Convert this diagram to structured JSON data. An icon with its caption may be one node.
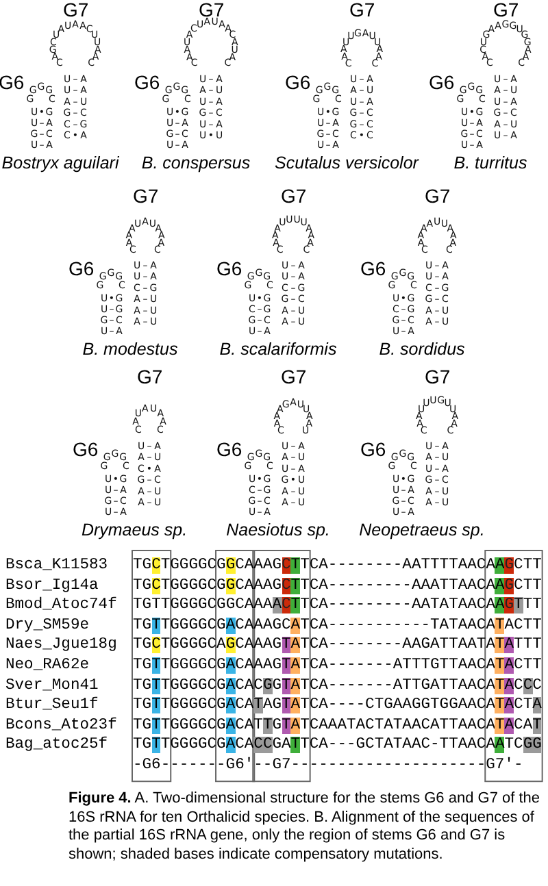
{
  "diagram": {
    "nodes": [
      {
        "text": [],
        "shape": "box"
      },
      {
        "text": [],
        "shape": "box"
      },
      {
        "text": [],
        "shape": "box"
      },
      {
        "text": [],
        "shape": "box"
      }
    ],
    "caption": "**Figure 4.** A. Two-dimensional structure for the stems G6 and G7 of the 16S rRNA for ten Orthalicid species. B. Alignment of the sequences of the partial 16S rRNA gene, only the region of stems G6 and G7 is shown; shaded bases indicate compensatory mutations.",
    "labels": [
      "G7",
      "CAGCUAUAACUUAAC",
      "G6",
      "GGGGC",
      "U•G",
      "U–A",
      "G–C",
      "U–A",
      "U–A",
      "U–A",
      "A–U",
      "G–C",
      "C–G",
      "C•A",
      "*Bostryx aguilari*",
      "G7",
      "CAAUACUAUAACAUAC",
      "G6",
      "GGGGC",
      "U•G",
      "U–A",
      "G–C",
      "U–A",
      "U–A",
      "A–U",
      "U–A",
      "G–C",
      "U–A",
      "U•U",
      "*B. conspersus*",
      "G7",
      "CAAUUGAUUAAC",
      "G6",
      "GGGGC",
      "U•G",
      "U–A",
      "G–C",
      "U–A",
      "U–A",
      "A–U",
      "U–A",
      "G–C",
      "G–C",
      "C•C",
      "*Scutalus versicolor*",
      "G7",
      "CACUGAAGGUGGAAC",
      "G6",
      "GGGGC",
      "U•G",
      "U–A",
      "G–C",
      "U–A",
      "U–A",
      "A–U",
      "U–A",
      "G–C",
      "A–U",
      "U–A",
      "*B. turritus*",
      "G7",
      "CAAAUAUAAAC",
      "G6",
      "GGGGC",
      "U•G",
      "U–G",
      "G–C",
      "U–A",
      "U–A",
      "U–A",
      "C–G",
      "A–U",
      "A–U",
      "A–U",
      "*B. modestus*",
      "G7",
      "CAAAUUUUAAAC",
      "G6",
      "GGGGC",
      "U•G",
      "C–G",
      "G–C",
      "U–A",
      "U–A",
      "U–A",
      "C–G",
      "G–C",
      "A–U",
      "A–U",
      "*B. scalariformis*",
      "G7",
      "CAAAAUUAAAC",
      "G6",
      "GGGGC",
      "U•G",
      "C–G",
      "G–C",
      "U–A",
      "U–A",
      "U–A",
      "C–G",
      "G–C",
      "A–U",
      "A–U",
      "*B. sordidus*",
      "G7",
      "CAUAUAAC",
      "G6",
      "GGGGC",
      "U•G",
      "U–A",
      "G–C",
      "U–A",
      "U–A",
      "A–U",
      "C•A",
      "G–C",
      "A–U",
      "A–U",
      "*Drymaeus* sp.",
      "G7",
      "CAAAGAUUAAU",
      "G6",
      "GGGGC",
      "U•G",
      "C–G",
      "G–C",
      "U–A",
      "U–A",
      "A–U",
      "U–A",
      "G•U",
      "A–U",
      "A–U",
      "*Naesiotus* sp.",
      "G7",
      "CAAUUUGUUAAC",
      "G6",
      "GGGGC",
      "U•G",
      "U–A",
      "G–C",
      "U–A",
      "U–A",
      "A–U",
      "U–A",
      "G–C",
      "A–U",
      "A–U",
      "*Neopetraeus* sp.",
      "Bsca_K11583",
      "TGCTGGGGCGGCAAAGCTTCA--------AATTTTAACAAGCTT",
      "Bsor_Ig14a",
      "TGCTGGGGCGGCAAAGCTTCA---------AAATTAACAAGCTT",
      "Bmod_Atoc74f",
      "TGTTGGGGCGGCAAAACTTCA---------AATATAACAAGTTT",
      "Dry_SM59e",
      "TGTTGGGGCGACAAAGCATCA-----------TATAACATACTT",
      "Naes_Jgue18g",
      "TGCTGGGGCAGCAAAGTATCA--------AAGATTAATATATTT",
      "Neo_RA62e",
      "TGTTGGGGCGACAAAGTATCA-------ATTTGTTAACATACTT",
      "Sver_Mon41",
      "TGTTGGGGCGACACGGTATCA-------ATTGATTAACATACCC",
      "Btur_Seu1f",
      "TGTTGGGGCGACATAGTATCA----CTGAAGGTGGAACATACTA",
      "Bcons_Ato23f",
      "TGTTGGGGCGACATTGTATCAAATACTATAACATTAACATACAT",
      "Bag_atoc25f",
      "TGTTGGGGCGACACCGATTCA---GCTATAAC-TTAACAATCGG",
      "-G6-------G6'--G7---------------------G7'-"
    ]
  }
}
